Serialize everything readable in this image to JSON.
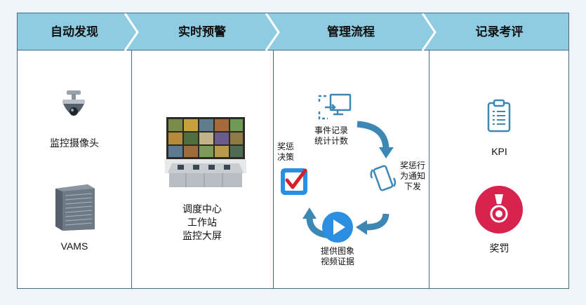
{
  "header": {
    "steps": [
      "自动发现",
      "实时预警",
      "管理流程",
      "记录考评"
    ]
  },
  "col1": {
    "camera_label": "监控摄像头",
    "server_label": "VAMS"
  },
  "col2": {
    "line1": "调度中心",
    "line2": "工作站",
    "line3": "监控大屏"
  },
  "col3": {
    "event_line1": "事件记录",
    "event_line2": "统计计数",
    "reward_line1": "奖惩行",
    "reward_line2": "为通知",
    "reward_line3": "下发",
    "video_line1": "提供图象",
    "video_line2": "视频证据",
    "decision_line1": "奖惩",
    "decision_line2": "决策"
  },
  "col4": {
    "kpi_label": "KPI",
    "medal_label": "奖罚"
  },
  "colors": {
    "header_bg": "#8fcbe1",
    "border": "#3f6e86",
    "arrow": "#3d87b5",
    "play": "#2a8fe0",
    "medal": "#d9234f",
    "check": "#d61f27"
  }
}
